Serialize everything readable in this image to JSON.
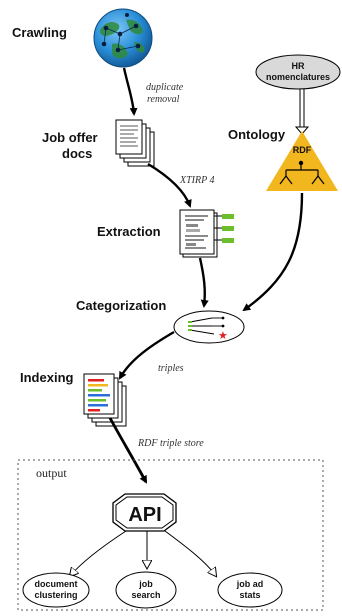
{
  "stages": {
    "crawling": "Crawling",
    "job_offer_line1": "Job offer",
    "job_offer_line2": "docs",
    "extraction": "Extraction",
    "categorization": "Categorization",
    "indexing": "Indexing",
    "ontology": "Ontology"
  },
  "edge_labels": {
    "duplicate_line1": "duplicate",
    "duplicate_line2": "removal",
    "xtirp": "XTIRP 4",
    "triples": "triples",
    "rdf_store": "RDF triple store"
  },
  "hr": {
    "line1": "HR",
    "line2": "nomenclatures"
  },
  "rdf_badge": "RDF",
  "output": {
    "title": "output",
    "api": "API",
    "nodes": {
      "doc_line1": "document",
      "doc_line2": "clustering",
      "search_line1": "job",
      "search_line2": "search",
      "stats_line1": "job ad",
      "stats_line2": "stats"
    }
  },
  "colors": {
    "globe": "#2a8fd8",
    "ontology_triangle": "#f2b71f",
    "hr_ellipse": "#d9d9d9",
    "extraction_green": "#6cbf2a",
    "categorization_red": "#e02020"
  },
  "icons": {
    "globe": "globe-icon",
    "documents": "document-stack-icon",
    "extraction": "extraction-doc-icon",
    "categorization": "categorization-icon",
    "indexing": "indexed-doc-icon",
    "ontology": "ontology-tree-icon"
  }
}
